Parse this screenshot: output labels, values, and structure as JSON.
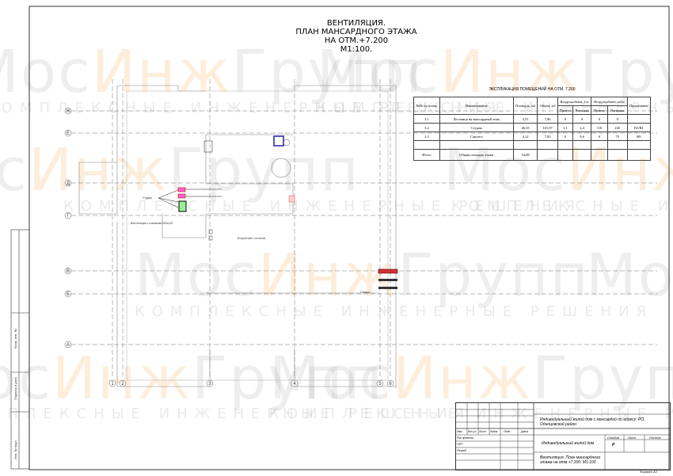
{
  "title": {
    "line1": "ВЕНТИЛЯЦИЯ.",
    "line2": "ПЛАН МАНСАРДНОГО ЭТАЖА",
    "line3": "НА ОТМ.+7.200",
    "line4": "М1:100."
  },
  "watermark": {
    "part1": "Мос",
    "part2": "Инж",
    "part3": "Групп",
    "tagline": "КОМПЛЕКСНЫЕ ИНЖЕНЕРНЫЕ РЕШЕНИЯ"
  },
  "grid": {
    "rows": [
      "Ж",
      "Е",
      "Д",
      "Г",
      "В",
      "Б",
      "А"
    ],
    "columns": [
      "1",
      "2",
      "3",
      "4",
      "5",
      "6"
    ]
  },
  "plan_labels": {
    "room": "Второй свет гостиной",
    "studio": "Студия",
    "duct_left": "Вентиляция с клапаном 900х120",
    "duct_right": "Стяжка"
  },
  "explication": {
    "caption": "ЭКСПЛИКАЦИЯ ПОМЕЩЕНИЙ НА ОТМ. 7.200",
    "headers": {
      "num": "№№ по плану",
      "name": "Наименование",
      "area": "Площадь, м2",
      "volume": "Объем, м3",
      "ach": "Воздухообмен, 1/ч",
      "flow": "Воздухообмен, м3/ч",
      "supply": "Приток",
      "exhaust": "Вытяжка",
      "note": "Примечание"
    },
    "rows": [
      {
        "num": "3.1",
        "name": "Лестница на мансардный этаж",
        "area": "3,51",
        "volume": "7,96",
        "s1": "0",
        "e1": "0",
        "s2": "0",
        "e2": "0",
        "note": ""
      },
      {
        "num": "3.2",
        "name": "Студия",
        "area": "46,35",
        "volume": "101,97",
        "s1": "1,1",
        "e1": "2,4",
        "s2": "110",
        "e2": "245",
        "note": "П1/В1"
      },
      {
        "num": "3.3",
        "name": "Санузел",
        "area": "4,12",
        "volume": "7,83",
        "s1": "0",
        "e1": "9,6",
        "s2": "0",
        "e2": "75",
        "note": "В9"
      }
    ],
    "total": {
      "label": "Итого",
      "name": "Общая площадь этажа",
      "area": "54,08"
    }
  },
  "title_block": {
    "project": "Индивидуальный жилой дом с мансардой по адресу: РО, Одинцовский район",
    "object": "Индивидуальный жилой дом",
    "sheet_title": "Вентиляция. План мансардного этажа на отм.+7.200. М1:100",
    "stage_label": "Стадия",
    "sheet_label": "Лист",
    "sheets_label": "Листов",
    "stage": "Р",
    "cols": [
      "Изм.",
      "Кол.уч.",
      "Лист",
      "№док.",
      "Подп.",
      "Дата"
    ],
    "roles": [
      "Рук.проекта",
      "ГИП",
      "Разраб."
    ],
    "format": "Формат А3"
  },
  "side_stamp": [
    "Взам. инв. №",
    "Подпись и дата",
    "Инв. № подл."
  ]
}
